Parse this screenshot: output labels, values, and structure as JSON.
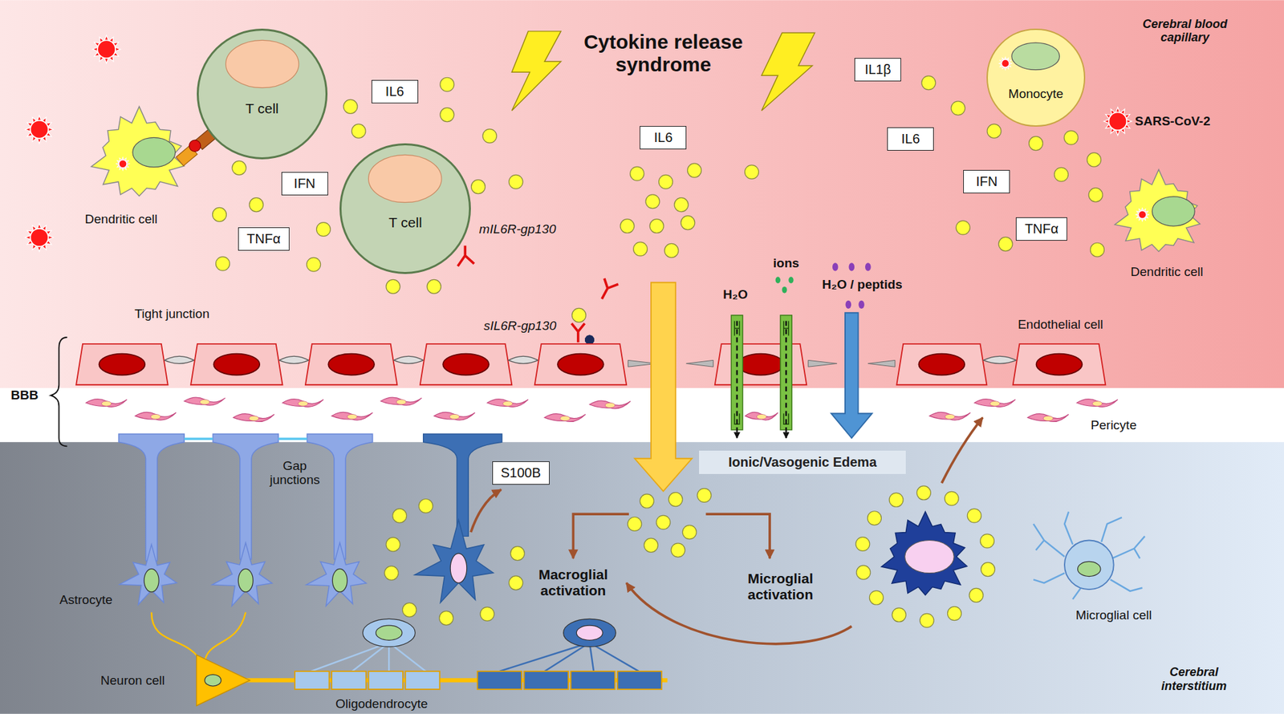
{
  "diagram": {
    "title": "Cytokine release syndrome",
    "nodes": [
      {
        "text": [
          "T cell"
        ]
      },
      {
        "text": [
          "IL6"
        ]
      },
      {
        "text": [
          "IFN"
        ]
      },
      {
        "text": [
          "T cell"
        ]
      },
      {
        "text": [
          "TNFα"
        ]
      },
      {
        "text": [
          "IL6"
        ]
      },
      {
        "text": [
          "Monocyte"
        ]
      },
      {
        "text": [
          "IL1β"
        ]
      },
      {
        "text": [
          "IL6"
        ]
      },
      {
        "text": [
          "IFN"
        ]
      },
      {
        "text": [
          "TNFα"
        ]
      },
      {
        "text": [
          "S100B"
        ]
      },
      {
        "text": [
          "Ionic/Vasogenic Edema"
        ]
      }
    ],
    "labels": [
      "Cerebral blood capillary",
      "SARS-CoV-2",
      "Dendritic cell",
      "Dendritic cell",
      "mIL6R-gp130",
      "Tight junction",
      "sIL6R-gp130",
      "H₂O",
      "ions",
      "H₂O / peptids",
      "Endothelial cell",
      "BBB",
      "Pericyte",
      "Gap junctions",
      "Macroglial activation",
      "Microglial activation",
      "Astrocyte",
      "Microglial cell",
      "Neuron cell",
      "Oligodendrocyte",
      "Cerebral interstitium"
    ]
  }
}
